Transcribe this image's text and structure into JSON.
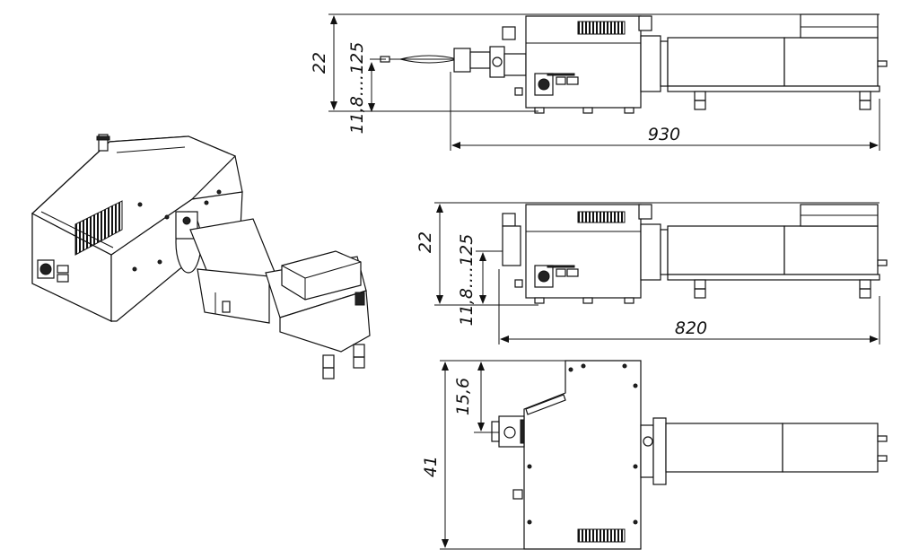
{
  "drawing": {
    "top_view": {
      "height_label": "22",
      "range_label": "11,8....125",
      "length_label": "930"
    },
    "middle_view": {
      "height_label": "22",
      "range_label": "11,8....125",
      "length_label": "820"
    },
    "bottom_view": {
      "offset_label": "15,6",
      "height_label": "41"
    }
  }
}
